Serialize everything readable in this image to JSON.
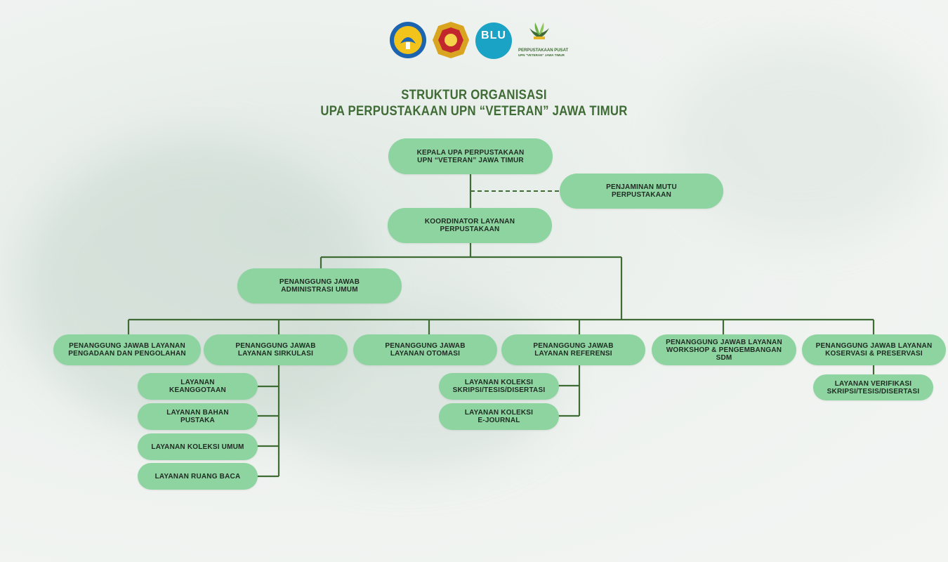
{
  "header": {
    "logos": [
      {
        "name": "tut-wuri-handayani-logo",
        "color": "#1d64b0"
      },
      {
        "name": "upn-veteran-jatim-logo",
        "color": "#d9a521"
      },
      {
        "name": "blu-logo",
        "text": "BLU",
        "color": "#1aa3c4"
      },
      {
        "name": "perpustakaan-pusat-logo",
        "text": "PERPUSTAKAAN PUSAT",
        "subtext": "UPN \"VETERAN\" JAWA TIMUR",
        "color": "#3f6b34"
      }
    ],
    "title_line1": "STRUKTUR ORGANISASI",
    "title_line2": "UPA PERPUSTAKAAN UPN “VETERAN” JAWA TIMUR"
  },
  "nodes": {
    "kepala": "KEPALA UPA PERPUSTAKAAN\nUPN “VETERAN” JAWA TIMUR",
    "penjaminan": "PENJAMINAN MUTU\nPERPUSTAKAAN",
    "koordinator": "KOORDINATOR LAYANAN\nPERPUSTAKAAN",
    "administrasi": "PENANGGUNG JAWAB\nADMINISTRASI UMUM",
    "pengadaan": "PENANGGUNG JAWAB LAYANAN\nPENGADAAN DAN PENGOLAHAN",
    "sirkulasi": "PENANGGUNG JAWAB\nLAYANAN SIRKULASI",
    "otomasi": "PENANGGUNG JAWAB\nLAYANAN OTOMASI",
    "referensi": "PENANGGUNG JAWAB\nLAYANAN REFERENSI",
    "workshop": "PENANGGUNG JAWAB LAYANAN\nWORKSHOP & PENGEMBANGAN SDM",
    "koservasi": "PENANGGUNG JAWAB LAYANAN\nKOSERVASI & PRESERVASI",
    "keanggotaan": "LAYANAN\nKEANGGOTAAN",
    "bahan_pustaka": "LAYANAN BAHAN\nPUSTAKA",
    "koleksi_umum": "LAYANAN KOLEKSI UMUM",
    "ruang_baca": "LAYANAN RUANG BACA",
    "koleksi_skripsi": "LAYANAN KOLEKSI\nSKRIPSI/TESIS/DISERTASI",
    "koleksi_ejournal": "LAYANAN KOLEKSI\nE-JOURNAL",
    "verifikasi": "LAYANAN VERIFIKASI\nSKRIPSI/TESIS/DISERTASI"
  },
  "colors": {
    "node_fill": "#8ed4a0",
    "line": "#3f6b34",
    "title": "#3f6b34"
  }
}
